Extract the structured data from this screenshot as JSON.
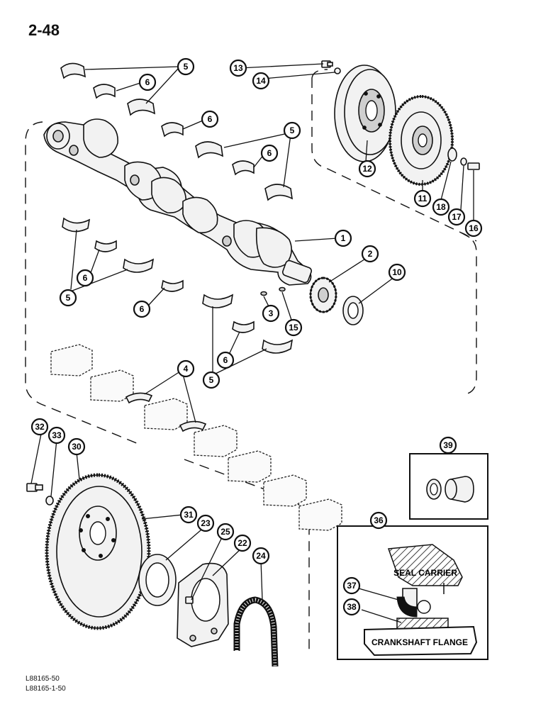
{
  "page_number": "2-48",
  "doc_codes": [
    "L88165-50",
    "L88165-1-50"
  ],
  "inset_labels": {
    "seal_carrier": "SEAL CARRIER",
    "crankshaft_flange": "CRANKSHAFT FLANGE"
  },
  "callouts": [
    "1",
    "2",
    "3",
    "4",
    "5",
    "6",
    "10",
    "11",
    "12",
    "13",
    "14",
    "15",
    "16",
    "17",
    "18",
    "22",
    "23",
    "24",
    "25",
    "30",
    "31",
    "32",
    "33",
    "36",
    "37",
    "38",
    "39"
  ]
}
